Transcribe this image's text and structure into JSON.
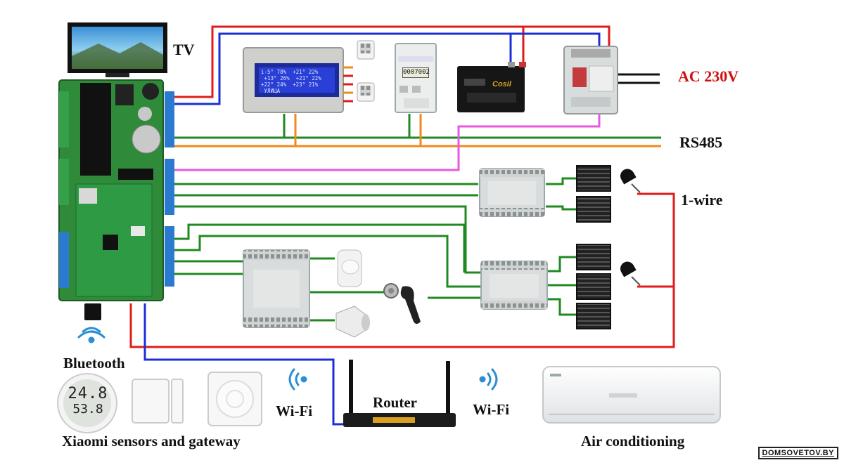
{
  "labels": {
    "tv": "TV",
    "ac_power": "AC 230V",
    "rs485": "RS485",
    "one_wire": "1-wire",
    "bluetooth": "Bluetooth",
    "wifi_left": "Wi-Fi",
    "wifi_right": "Wi-Fi",
    "router": "Router",
    "xiaomi": "Xiaomi sensors and gateway",
    "air_conditioning": "Air conditioning"
  },
  "watermark": "DOMSOVETOV.BY",
  "display_panel": {
    "lines": [
      "i-5° 78%  +21° 22%",
      " +13° 26%  +21° 22%",
      "+22° 24%  +23° 21%",
      " УЛИЦА"
    ]
  },
  "energy_meter": {
    "reading": "0007002"
  },
  "battery": {
    "brand": "Cosil"
  },
  "xiaomi_clock": {
    "temperature": "24.8",
    "humidity": "53.8"
  },
  "colors": {
    "power_red": "#e01b1b",
    "power_blue": "#1b2fd6",
    "rs485_green": "#1f8a1f",
    "rs485_orange": "#f08a1e",
    "signal_pink": "#e65ae0",
    "bus_green": "#1f8a1f",
    "onewire_red": "#e01b1b",
    "pcb_green": "#2f8a3a",
    "module_gray": "#d9dcdc"
  },
  "icons": [
    "tv-icon",
    "controller-board-icon",
    "display-panel-icon",
    "humidity-sensor-icon",
    "energy-meter-icon",
    "battery-icon",
    "power-supply-icon",
    "relay-module-icon",
    "rain-sensor-icon",
    "temperature-probe-icon",
    "motion-sensor-icon",
    "ibutton-key-icon",
    "siren-icon",
    "bluetooth-dongle-icon",
    "wifi-icon",
    "router-icon",
    "xiaomi-clock-icon",
    "door-sensor-icon",
    "gateway-icon",
    "air-conditioner-icon"
  ]
}
